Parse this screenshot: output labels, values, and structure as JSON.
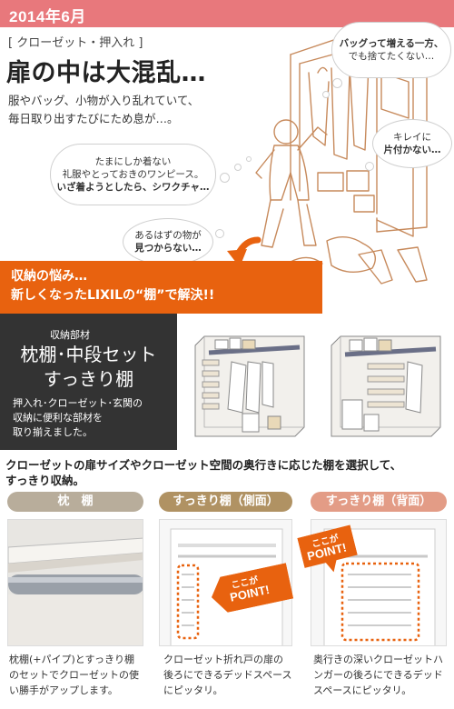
{
  "header": {
    "date": "2014年6月"
  },
  "intro": {
    "category": "[ クローゼット・押入れ ]",
    "headline": "扉の中は大混乱…",
    "desc_lines": [
      "服やバッグ、小物が入り乱れていて、",
      "毎日取り出すたびにため息が…。"
    ]
  },
  "bubbles": {
    "b1": {
      "line1": "バッグって増える一方、",
      "line2": "でも捨てたくない…"
    },
    "b2": {
      "line1": "キレイに",
      "line2": "片付かない…"
    },
    "b3": {
      "line1": "たまにしか着ない",
      "line2": "礼服やとっておきのワンピース。",
      "line3": "いざ着ようとしたら、シワクチャ…"
    },
    "b4": {
      "line1": "あるはずの物が",
      "line2": "見つからない…"
    }
  },
  "banner": {
    "line1": "収納の悩み…",
    "line2": "新しくなったLIXILの“棚”で解決!!"
  },
  "parts": {
    "label": "収納部材",
    "title_line1": "枕棚･中段セット",
    "title_line2": "すっきり棚",
    "desc_lines": [
      "押入れ･クローゼット･玄関の",
      "収納に便利な部材を",
      "取り揃えました。"
    ]
  },
  "selection": {
    "line1": "クローゼットの扉サイズやクローゼット空間の奥行きに応じた棚を選択して、",
    "line2": "すっきり収納。"
  },
  "cards": [
    {
      "label": "枕　棚",
      "text_lines": [
        "枕棚(+パイプ)とすっきり棚",
        "のセットでクローゼットの使",
        "い勝手がアップします。"
      ]
    },
    {
      "label": "すっきり棚（側面）",
      "badge_line1": "ここが",
      "badge_line2": "POINT!",
      "text_lines": [
        "クローゼット折れ戸の扉の",
        "後ろにできるデッドスペース",
        "にピッタリ。"
      ]
    },
    {
      "label": "すっきり棚（背面）",
      "badge_line1": "ここが",
      "badge_line2": "POINT!",
      "text_lines": [
        "奥行きの深いクローゼットハ",
        "ンガーの後ろにできるデッド",
        "スペースにピッタリ。"
      ]
    }
  ],
  "colors": {
    "date_banner": "#e8787c",
    "problem_banner": "#e8620f",
    "dark_panel": "#333333",
    "card1_label": "#b8ad9b",
    "card2_label": "#b09263",
    "card3_label": "#e39c86",
    "point_badge": "#e8620f"
  }
}
